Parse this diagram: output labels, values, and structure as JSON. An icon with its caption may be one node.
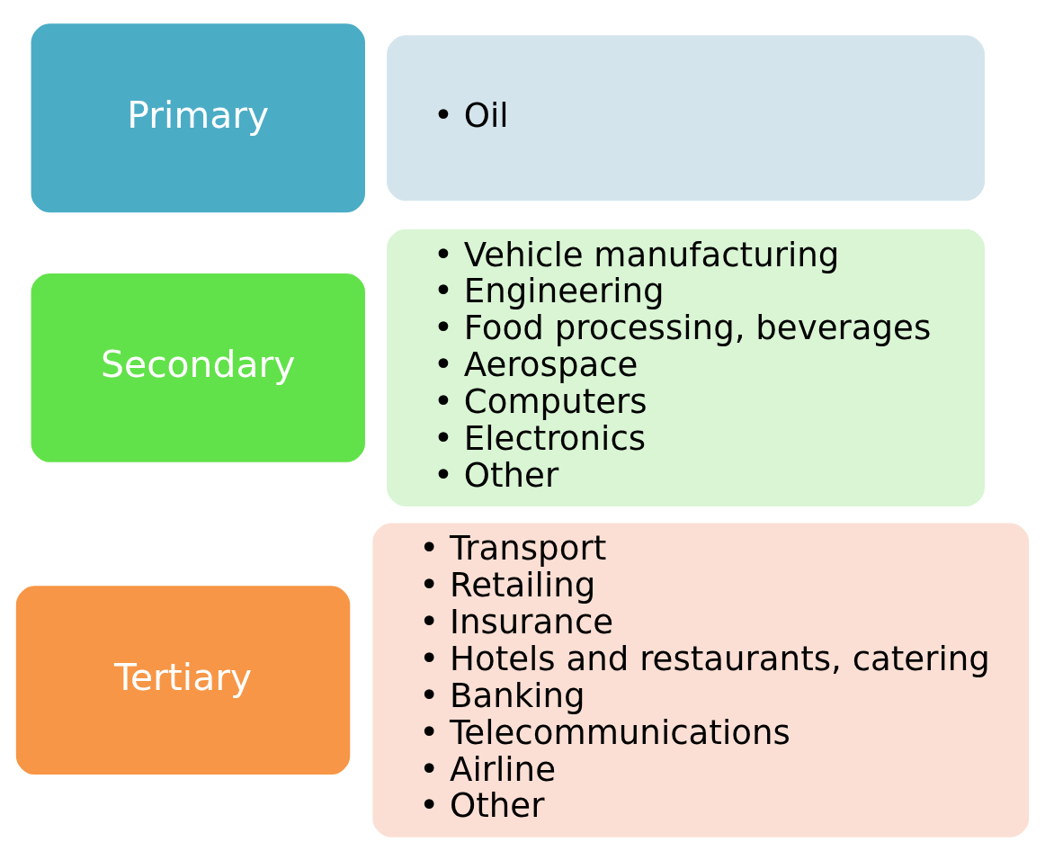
{
  "diagram": {
    "nodes": [
      {
        "text": [
          "Primary"
        ]
      },
      {
        "text": [
          "• Oil"
        ]
      },
      {
        "text": [
          "Secondary"
        ]
      },
      {
        "text": [
          "• Vehicle manufacturing",
          "• Engineering",
          "• Food processing, beverages",
          "• Aerospace",
          "• Computers",
          "• Electronics",
          "• Other"
        ]
      },
      {
        "text": [
          "Tertiary"
        ]
      },
      {
        "text": [
          "• Transport",
          "• Retailing",
          "• Insurance",
          "• Hotels and restaurants, catering",
          "• Banking",
          "• Telecommunications",
          "• Airline",
          "• Other"
        ]
      }
    ],
    "edges": []
  }
}
